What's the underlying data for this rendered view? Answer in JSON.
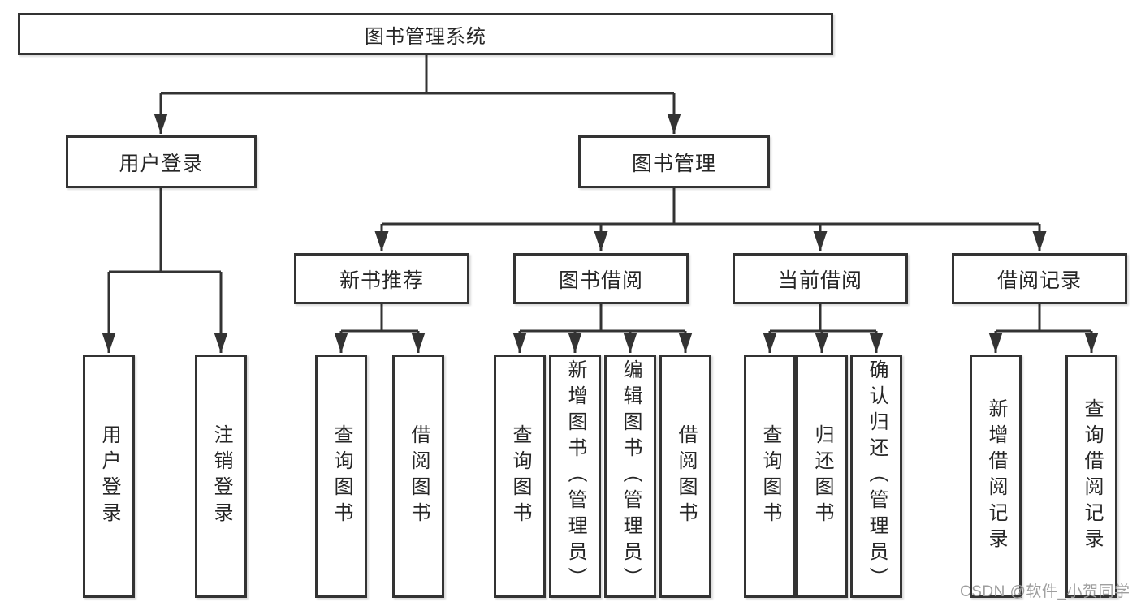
{
  "diagram": {
    "root": {
      "label": "图书管理系统"
    },
    "branches": [
      {
        "label": "用户登录",
        "children": [
          {
            "label": "用户登录"
          },
          {
            "label": "注销登录"
          }
        ]
      },
      {
        "label": "图书管理",
        "groups": [
          {
            "label": "新书推荐",
            "children": [
              {
                "label": "查询图书"
              },
              {
                "label": "借阅图书"
              }
            ]
          },
          {
            "label": "图书借阅",
            "children": [
              {
                "label": "查询图书"
              },
              {
                "label": "新增图书（管理员）"
              },
              {
                "label": "编辑图书（管理员）"
              },
              {
                "label": "借阅图书"
              }
            ]
          },
          {
            "label": "当前借阅",
            "children": [
              {
                "label": "查询图书"
              },
              {
                "label": "归还图书"
              },
              {
                "label": "确认归还（管理员）"
              }
            ]
          },
          {
            "label": "借阅记录",
            "children": [
              {
                "label": "新增借阅记录"
              },
              {
                "label": "查询借阅记录"
              }
            ]
          }
        ]
      }
    ]
  },
  "watermark": {
    "text": "CSDN @软件_小贺同学"
  },
  "colors": {
    "line": "#333333",
    "text": "#262626",
    "watermark": "#9e9e9e",
    "background": "#ffffff"
  }
}
